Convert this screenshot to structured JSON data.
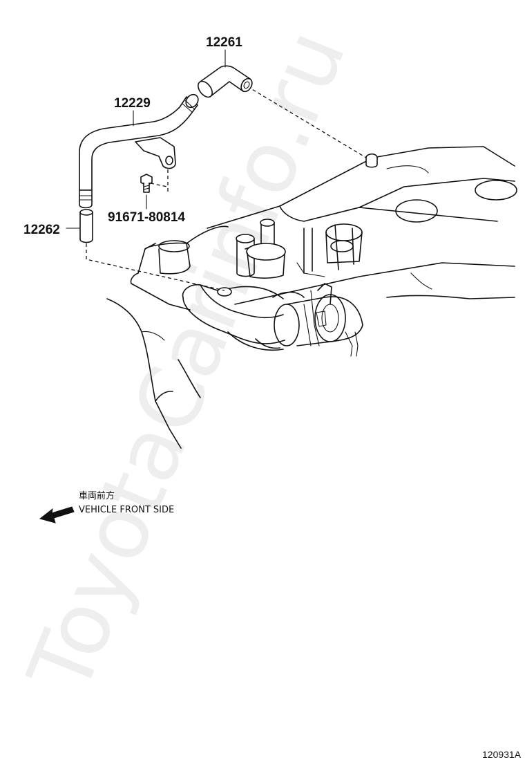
{
  "watermark": "ToyotaCarinfo.ru",
  "parts": {
    "hose_12261": "12261",
    "hose_12229": "12229",
    "bolt_91671": "91671-80814",
    "hose_12262": "12262"
  },
  "direction_note": {
    "japanese": "車両前方",
    "english": "VEHICLE FRONT SIDE"
  },
  "figure_id": "120931A"
}
